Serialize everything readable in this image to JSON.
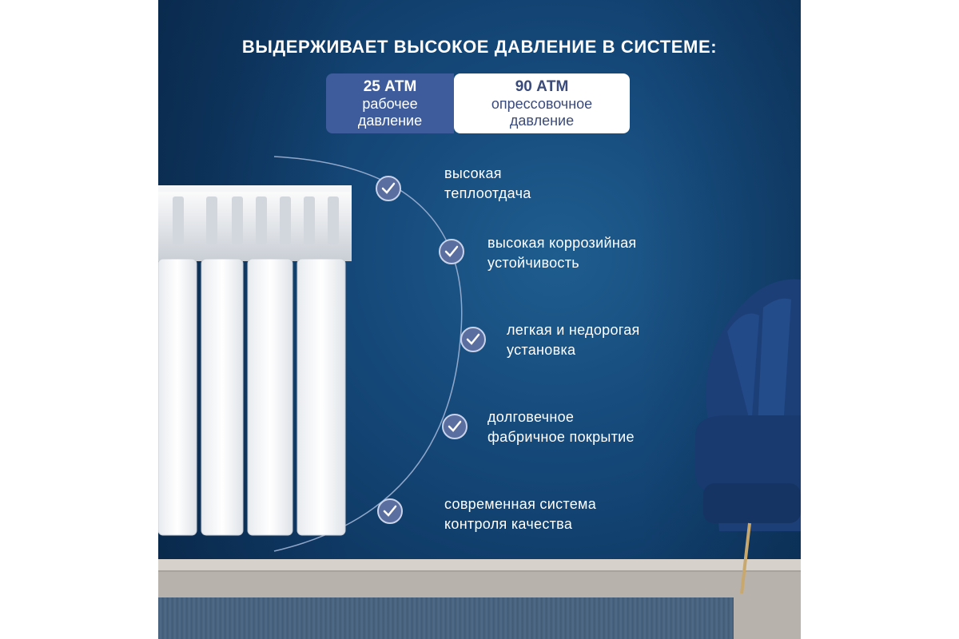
{
  "headline": "ВЫДЕРЖИВАЕТ ВЫСОКОЕ ДАВЛЕНИЕ В СИСТЕМЕ:",
  "pressure": {
    "working": {
      "value": "25 АТМ",
      "line1": "рабочее",
      "line2": "давление"
    },
    "test": {
      "value": "90 АТМ",
      "line1": "опрессовочное",
      "line2": "давление"
    }
  },
  "features": [
    {
      "line1": "высокая",
      "line2": "теплоотдача"
    },
    {
      "line1": "высокая коррозийная",
      "line2": "устойчивость"
    },
    {
      "line1": "легкая и недорогая",
      "line2": "установка"
    },
    {
      "line1": "долговечное",
      "line2": "фабричное покрытие"
    },
    {
      "line1": "современная система",
      "line2": "контроля качества"
    }
  ],
  "icons": [
    "check-icon",
    "radiator-image",
    "armchair-image"
  ],
  "colors": {
    "background": "#15497a",
    "accent": "#3e5c9c",
    "text": "#ffffff"
  }
}
